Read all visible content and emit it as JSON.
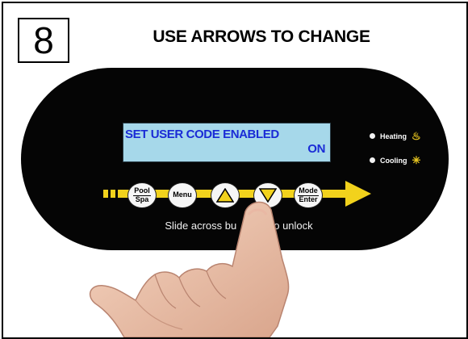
{
  "step": {
    "number": "8",
    "instruction": "USE ARROWS TO CHANGE"
  },
  "lcd": {
    "line1": "SET USER CODE ENABLED",
    "line2": "ON"
  },
  "indicators": {
    "heating_label": "Heating",
    "heating_icon": "flame-icon",
    "cooling_label": "Cooling",
    "cooling_icon": "snowflake-icon"
  },
  "buttons": {
    "pool_top": "Pool",
    "pool_bottom": "Spa",
    "menu": "Menu",
    "up_icon": "up-arrow-icon",
    "down_icon": "down-arrow-icon",
    "mode_top": "Mode",
    "mode_bottom": "Enter"
  },
  "slide_hint": "Slide across bu",
  "slide_hint_end": "o unlock",
  "colors": {
    "panel": "#050505",
    "lcd_background": "#a6d8ea",
    "lcd_text": "#1a2bd6",
    "slider_yellow": "#f2d21c",
    "indicator_icon": "#e6c420"
  }
}
